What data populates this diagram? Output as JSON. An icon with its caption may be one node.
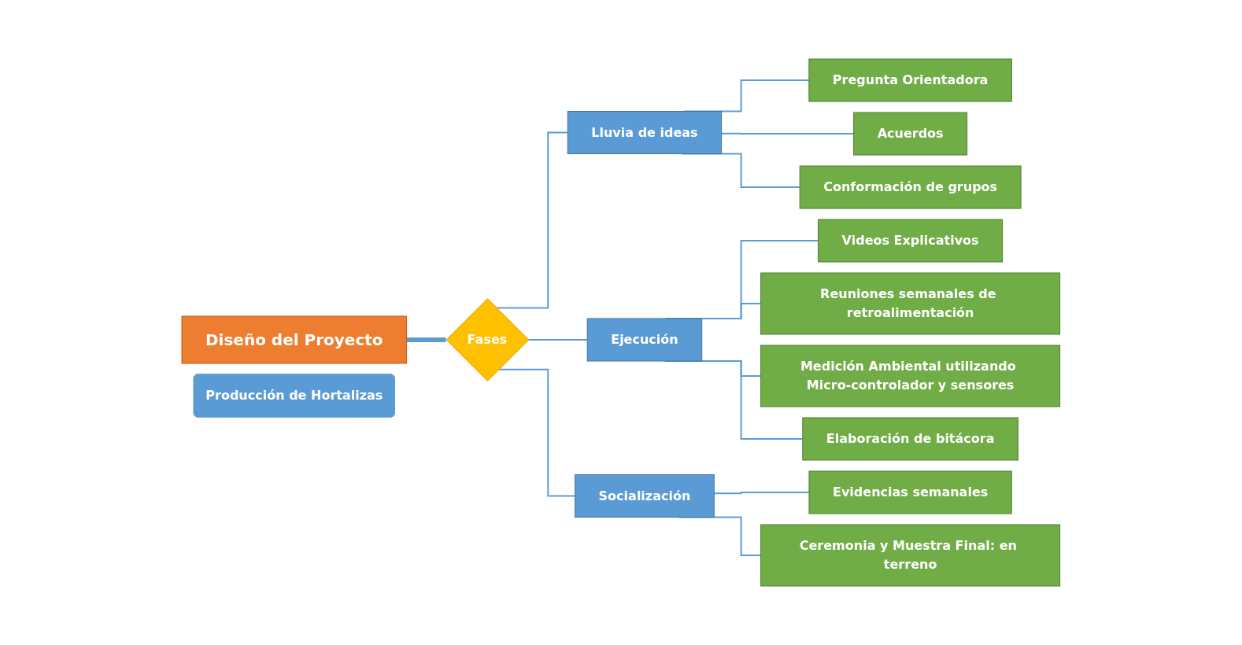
{
  "diagram": {
    "nodes": [
      {
        "text": [
          "Diseño del Proyecto"
        ]
      },
      {
        "text": [
          "Fases"
        ]
      },
      {
        "text": [
          "Lluvia de ideas"
        ]
      },
      {
        "text": [
          "Pregunta Orientadora"
        ]
      },
      {
        "text": [
          "Acuerdos"
        ]
      },
      {
        "text": [
          "Conformación de grupos"
        ]
      },
      {
        "text": [
          "Ejecución"
        ]
      },
      {
        "text": [
          "Videos Explicativos"
        ]
      },
      {
        "text": [
          "Reuniones semanales de retroalimentación"
        ]
      },
      {
        "text": [
          "Medición Ambiental utilizando Micro-controlador y sensores"
        ]
      },
      {
        "text": [
          "Elaboración de bitácora"
        ]
      },
      {
        "text": [
          "Socialización"
        ]
      },
      {
        "text": [
          "Evidencias semanales"
        ]
      },
      {
        "text": [
          "Ceremonia y Muestra Final: en terreno"
        ]
      },
      {
        "text": [
          "Producción de Hortalizas"
        ]
      }
    ],
    "edges": [
      {
        "from": 0,
        "to": 1,
        "arrow": "none",
        "style": "thick"
      },
      {
        "from": 1,
        "to": 2,
        "arrow": "none"
      },
      {
        "from": 1,
        "to": 6,
        "arrow": "none"
      },
      {
        "from": 1,
        "to": 11,
        "arrow": "none"
      },
      {
        "from": 2,
        "to": 3,
        "arrow": "none"
      },
      {
        "from": 2,
        "to": 4,
        "arrow": "none"
      },
      {
        "from": 2,
        "to": 5,
        "arrow": "none"
      },
      {
        "from": 6,
        "to": 7,
        "arrow": "none"
      },
      {
        "from": 6,
        "to": 8,
        "arrow": "none"
      },
      {
        "from": 6,
        "to": 9,
        "arrow": "none"
      },
      {
        "from": 6,
        "to": 10,
        "arrow": "none"
      },
      {
        "from": 11,
        "to": 12,
        "arrow": "none"
      },
      {
        "from": 11,
        "to": 13,
        "arrow": "none"
      }
    ]
  }
}
